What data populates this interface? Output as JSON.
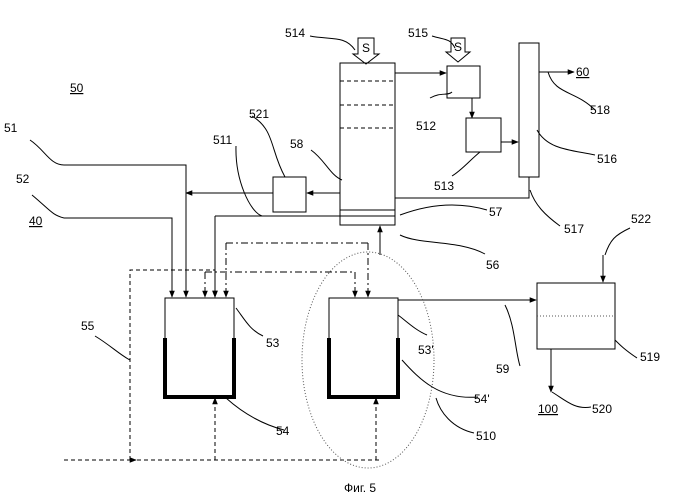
{
  "caption": "Фиг. 5",
  "labels": {
    "l50": "50",
    "l51": "51",
    "l52": "52",
    "l40": "40",
    "l53": "53",
    "l53p": "53'",
    "l54": "54",
    "l54p": "54'",
    "l55": "55",
    "l56": "56",
    "l57": "57",
    "l58": "58",
    "l59": "59",
    "l60": "60",
    "l100": "100",
    "l510": "510",
    "l511": "511",
    "l512": "512",
    "l513": "513",
    "l514": "514",
    "l515": "515",
    "l516": "516",
    "l517": "517",
    "l518": "518",
    "l519": "519",
    "l520": "520",
    "l521": "521",
    "l522": "522",
    "s1": "S",
    "s2": "S"
  }
}
